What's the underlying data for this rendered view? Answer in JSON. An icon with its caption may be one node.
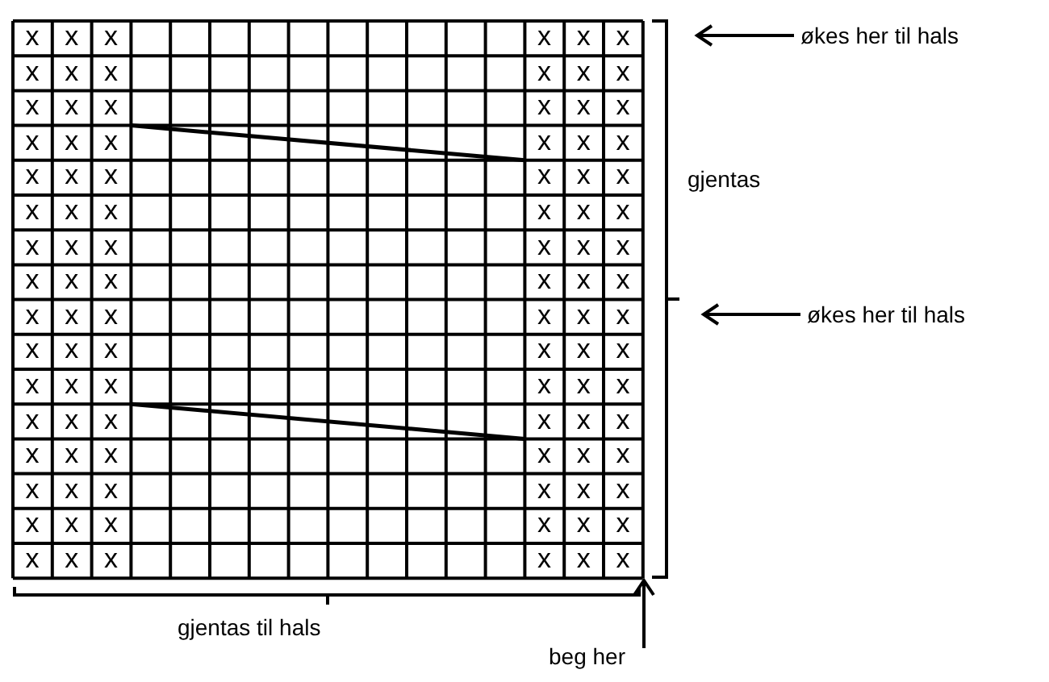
{
  "diagram": {
    "nodes": [
      {
        "text": [
          "økes her til hals"
        ]
      },
      {
        "text": [
          "økes her til hals"
        ]
      },
      {
        "text": [
          "beg her"
        ]
      },
      {
        "text": [],
        "shape": "bracket"
      },
      {
        "text": [],
        "shape": "grid"
      }
    ],
    "edges": [
      {
        "from": 0,
        "to": 3,
        "arrow": "to"
      },
      {
        "from": 1,
        "to": 3,
        "arrow": "to"
      },
      {
        "from": 2,
        "to": 4,
        "arrow": "to"
      }
    ],
    "labels": [
      "x",
      "x",
      "x",
      "x",
      "x",
      "x",
      "x",
      "x",
      "x",
      "x",
      "x",
      "x",
      "x",
      "x",
      "x",
      "x",
      "x",
      "x",
      "x",
      "x",
      "x",
      "x",
      "x",
      "x",
      "x",
      "x",
      "x",
      "x",
      "x",
      "x",
      "x",
      "x",
      "x",
      "x",
      "x",
      "x",
      "x",
      "x",
      "x",
      "x",
      "x",
      "x",
      "x",
      "x",
      "x",
      "x",
      "x",
      "x",
      "x",
      "x",
      "x",
      "x",
      "x",
      "x",
      "x",
      "x",
      "x",
      "x",
      "x",
      "x",
      "x",
      "x",
      "x",
      "x",
      "x",
      "x",
      "x",
      "x",
      "x",
      "x",
      "x",
      "x",
      "x",
      "x",
      "x",
      "x",
      "x",
      "x",
      "x",
      "x",
      "x",
      "x",
      "x",
      "x",
      "x",
      "x",
      "x",
      "x",
      "x",
      "x",
      "x",
      "x",
      "x",
      "x",
      "x",
      "x",
      "gjentas",
      "gjentas til hals"
    ]
  }
}
